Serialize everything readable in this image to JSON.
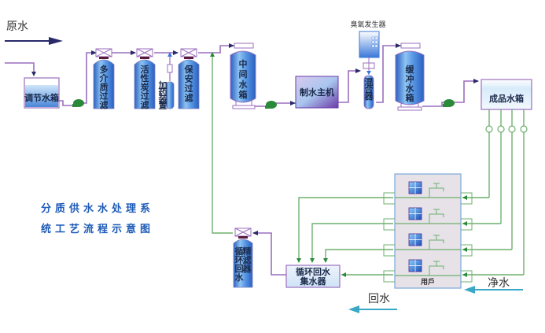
{
  "diagram": {
    "title_lines": [
      "分质供水水处理系",
      "统工艺流程示意图"
    ],
    "raw_water_label": "原水",
    "clean_water_label": "净水",
    "return_water_label": "回水",
    "colors": {
      "process_pipe": "#9b6fbf",
      "supply_pipe": "#6fb06f",
      "arrow_dark": "#2a2a6a",
      "flow_arrow_cyan": "#3aa7c7",
      "raw_arrow": "#2a2a6a",
      "vessel_blue": "#3a78d8",
      "title_blue": "#1e5bb8",
      "pump_green": "#2a8a3a"
    },
    "equipment": {
      "adjust_tank": "调节水箱",
      "multi_media_filter": "多介质过滤",
      "activated_carbon_filter": "活性炭过滤",
      "dosing_device": "加药装置",
      "security_filter": "保安过滤",
      "intermediate_tank": "中间水箱",
      "water_maker": "制水主机",
      "ozone_generator": "臭氧发生器",
      "mixer": "混合器",
      "buffer_tank": "缓冲水箱",
      "product_tank": "成品水箱",
      "fine_filter": [
        "循环",
        "回水",
        "精滤器"
      ],
      "collector": [
        "循环回水",
        "集水器"
      ],
      "users": "用戶"
    },
    "user_floors": 4,
    "meters": 4
  }
}
